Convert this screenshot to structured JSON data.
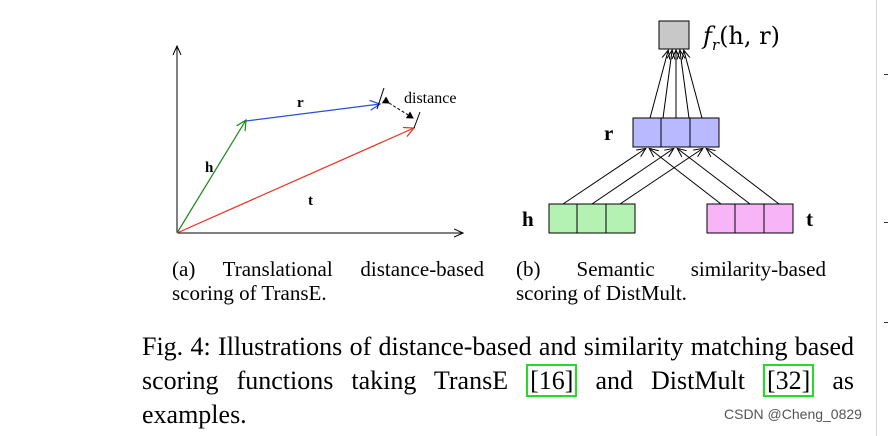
{
  "panel_a": {
    "labels": {
      "r": "r",
      "h": "h",
      "t": "t",
      "distance": "distance"
    },
    "caption": "(a) Translational distance-based scoring of TransE.",
    "colors": {
      "h": "#1a8a1a",
      "r": "#2a4fd8",
      "t": "#e8301e"
    }
  },
  "panel_b": {
    "labels": {
      "output": "f",
      "output_sub": "r",
      "output_args": "(h, r)",
      "r": "r",
      "h": "h",
      "t": "t"
    },
    "caption": "(b) Semantic similarity-based scoring of DistMult.",
    "colors": {
      "output": "#c8c8c8",
      "r": "#b9b9ff",
      "h": "#b4f2b4",
      "t": "#f7b4f7"
    }
  },
  "figure_caption": {
    "prefix": "Fig. 4: Illustrations of distance-based and similarity matching based scoring functions taking TransE ",
    "ref1": "[16]",
    "middle": " and DistMult ",
    "ref2": "[32]",
    "suffix": " as examples."
  },
  "watermark": "CSDN @Cheng_0829"
}
